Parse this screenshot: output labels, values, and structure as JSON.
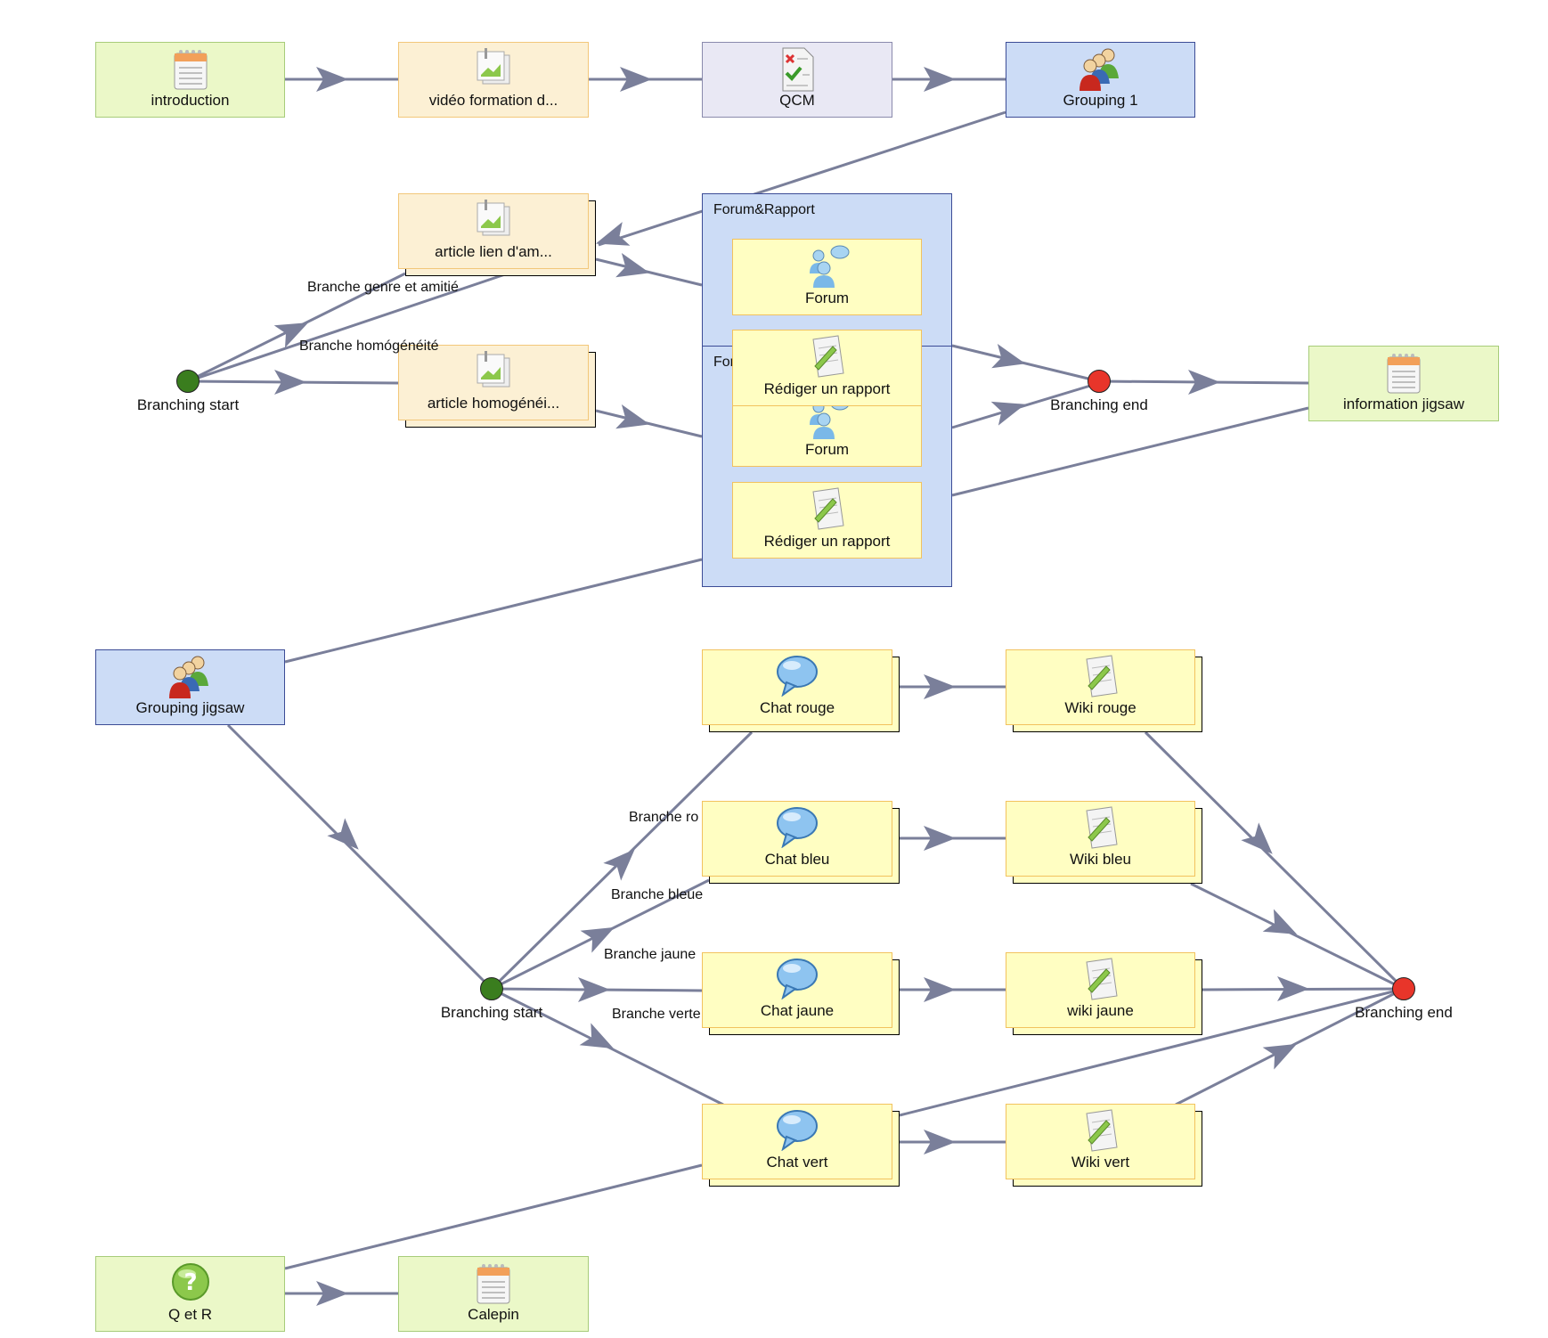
{
  "activities": {
    "introduction": "introduction",
    "video": "vidéo formation d...",
    "qcm": "QCM",
    "grouping1": "Grouping 1",
    "article_amitie": "article lien d'am...",
    "article_homog": "article homogénéi...",
    "information_jigsaw": "information jigsaw",
    "grouping_jigsaw": "Grouping jigsaw",
    "chat_rouge": "Chat rouge",
    "chat_bleu": "Chat bleu",
    "chat_jaune": "Chat jaune",
    "chat_vert": "Chat vert",
    "wiki_rouge": "Wiki rouge",
    "wiki_bleu": "Wiki bleu",
    "wiki_jaune": "wiki jaune",
    "wiki_vert": "Wiki vert",
    "q_et_r": "Q et R",
    "calepin": "Calepin"
  },
  "groups": {
    "forum_rapport_1": {
      "title": "Forum&Rapport",
      "forum": "Forum",
      "rapport": "Rédiger un rapport"
    },
    "forum_rapport_2": {
      "title": "For",
      "forum": "Forum",
      "rapport": "Rédiger un rapport"
    }
  },
  "nodes": {
    "branching_start_1": "Branching start",
    "branching_end_1": "Branching end",
    "branching_start_2": "Branching start",
    "branching_end_2": "Branching end"
  },
  "edge_labels": {
    "genre_amitie": "Branche genre et amitié",
    "homogeneite": "Branche homógénéité",
    "rouge": "Branche ro",
    "bleue": "Branche bleue",
    "jaune": "Branche jaune",
    "verte": "Branche verte"
  },
  "colors": {
    "line": "#7a7f9a",
    "start_node": "#3a7d1e",
    "end_node": "#e8352a"
  },
  "icons": {
    "notebook": "notebook-icon",
    "image": "image-icon",
    "quiz": "quiz-icon",
    "group": "group-users-icon",
    "forum": "forum-users-icon",
    "report": "report-pencil-icon",
    "chat": "chat-bubble-icon",
    "wiki": "wiki-pencil-icon",
    "question": "question-icon"
  }
}
